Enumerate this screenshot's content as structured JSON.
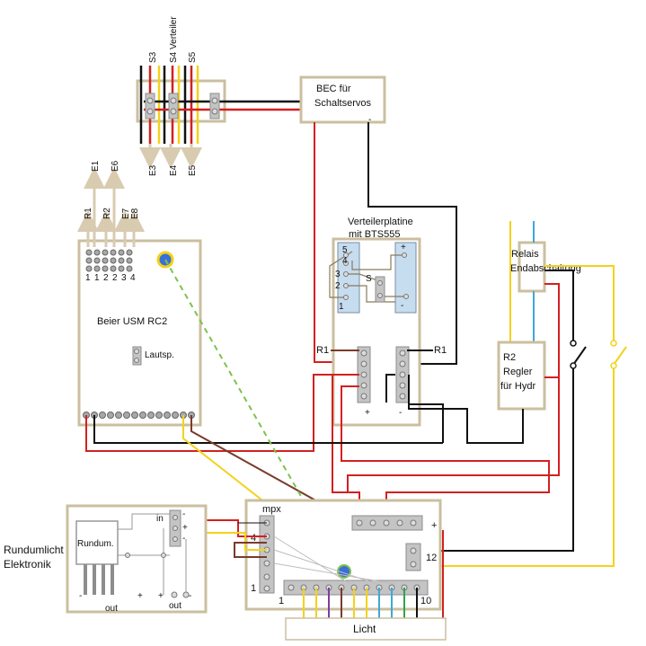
{
  "colors": {
    "red": "#d42020",
    "black": "#111111",
    "yellow": "#f3d21a",
    "brown": "#7a3b2a",
    "green_dashed": "#7fc24a",
    "blue": "#3ea8d8",
    "purple": "#7c3f9c",
    "green": "#2fa34a",
    "board_outline": "#cbbf9f",
    "header_blue": "#c6dcef",
    "antenna_dot": "#3a6fd8",
    "arrow": "#d8cbb0"
  },
  "icons": {
    "arrow": "up-down-arrow-icon",
    "switch": "switch-icon",
    "antenna": "antenna-dot-icon"
  },
  "servo_block": {
    "top_labels": [
      "S3",
      "S4 Verteiler",
      "S5"
    ],
    "bottom_labels": [
      "E3",
      "E4",
      "E5"
    ]
  },
  "bec": {
    "line1": "BEC für",
    "line2": "Schaltservos",
    "dash": "-"
  },
  "receiver": {
    "title": "Beier USM RC2",
    "speaker": "Lautsp.",
    "arrow_labels_upper": [
      "E1",
      "E6"
    ],
    "arrow_labels_lower": [
      "R1",
      "R2",
      "E7",
      "E8"
    ],
    "pin_row_numbers": [
      "1",
      "1",
      "2",
      "2",
      "3",
      "4"
    ]
  },
  "distributor": {
    "title_line1": "Verteilerplatine",
    "title_line2": "mit BTS555",
    "left_header_numbers": [
      "5",
      "4",
      "3",
      "2",
      "1"
    ],
    "right_header_signs": [
      "+",
      "-"
    ],
    "switch_label": "S",
    "r1_left": "R1",
    "r1_right": "R1",
    "plus": "+",
    "minus": "-"
  },
  "relay": {
    "line1": "Relais",
    "line2": "Endabschaltung"
  },
  "regulator": {
    "line1": "R2",
    "line2": "Regler",
    "line3": "für Hydr"
  },
  "rundum": {
    "side_line1": "Rundumlicht",
    "side_line2": "Elektronik",
    "chip_label": "Rundum.",
    "in_label": "in",
    "out_label1": "out",
    "out_label2": "out",
    "signs": [
      "-",
      "+",
      "-",
      "+",
      "-",
      "+",
      "-"
    ]
  },
  "mpx": {
    "title": "mpx",
    "pin4": "4",
    "pin1": "1",
    "plus": "+",
    "pin12": "12",
    "pin1b": "1",
    "pin10": "10",
    "licht": "Licht"
  }
}
